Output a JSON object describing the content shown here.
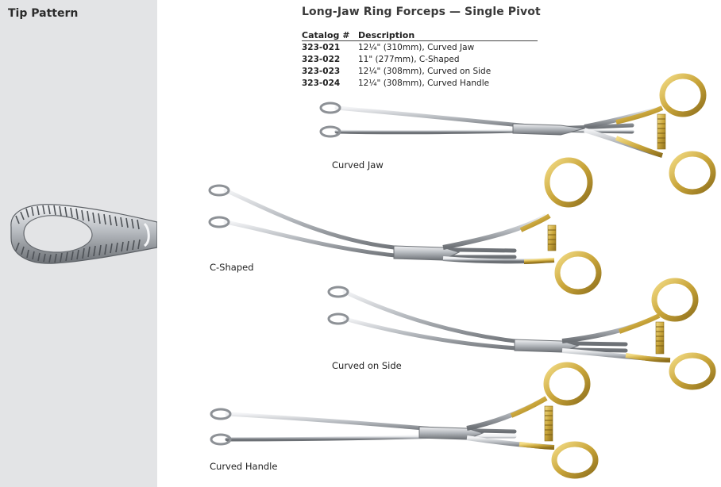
{
  "sidebar": {
    "title": "Tip Pattern"
  },
  "header": {
    "title": "Long-Jaw Ring Forceps — Single Pivot"
  },
  "table": {
    "columns": [
      "Catalog #",
      "Description"
    ],
    "rows": [
      {
        "catalog": "323-021",
        "description": "12¼\" (310mm), Curved  Jaw"
      },
      {
        "catalog": "323-022",
        "description": "11\" (277mm), C-Shaped"
      },
      {
        "catalog": "323-023",
        "description": "12¼\" (308mm), Curved on Side"
      },
      {
        "catalog": "323-024",
        "description": "12¼\" (308mm), Curved Handle"
      }
    ]
  },
  "instruments": [
    {
      "caption": "Curved Jaw"
    },
    {
      "caption": "C-Shaped"
    },
    {
      "caption": "Curved on Side"
    },
    {
      "caption": "Curved Handle"
    }
  ],
  "colors": {
    "sidebar_bg": "#e3e4e6",
    "steel": "#a9adb2",
    "gold": "#c9a53a"
  }
}
